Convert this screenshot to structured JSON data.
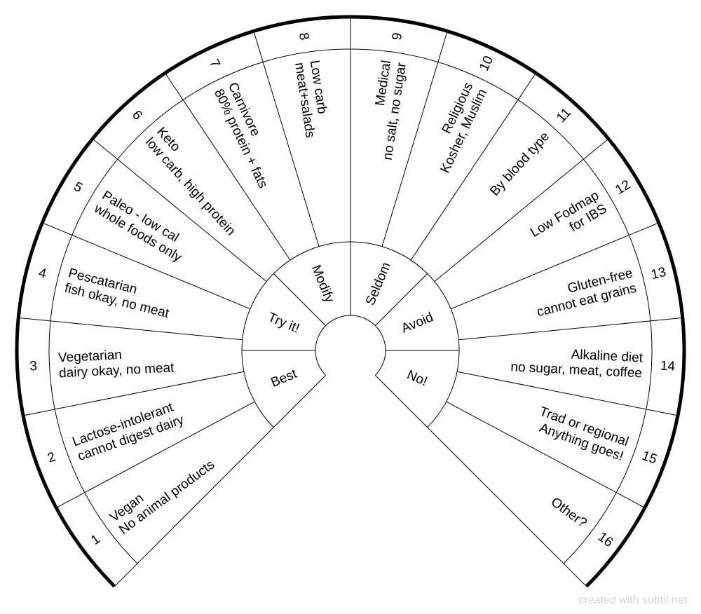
{
  "sectors": [
    {
      "number": "1",
      "lines": [
        "Vegan",
        "No animal products"
      ]
    },
    {
      "number": "2",
      "lines": [
        "Lactose-intolerant",
        "cannot digest dairy"
      ]
    },
    {
      "number": "3",
      "lines": [
        "Vegetarian",
        "dairy okay, no meat"
      ]
    },
    {
      "number": "4",
      "lines": [
        "Pescatarian",
        "fish okay, no meat"
      ]
    },
    {
      "number": "5",
      "lines": [
        "Paleo - low cal",
        "whole foods only"
      ]
    },
    {
      "number": "6",
      "lines": [
        "Keto",
        "low carb, high protein"
      ]
    },
    {
      "number": "7",
      "lines": [
        "Carnivore",
        "80% protein + fats"
      ]
    },
    {
      "number": "8",
      "lines": [
        "Low carb",
        "meat+salads"
      ]
    },
    {
      "number": "9",
      "lines": [
        "Medical",
        "no salt, no sugar"
      ]
    },
    {
      "number": "10",
      "lines": [
        "Religious",
        "Kosher, Muslim"
      ]
    },
    {
      "number": "11",
      "lines": [
        "By blood type"
      ]
    },
    {
      "number": "12",
      "lines": [
        "Low Fodmap",
        "for IBS"
      ]
    },
    {
      "number": "13",
      "lines": [
        "Gluten-free",
        "cannot eat grains"
      ]
    },
    {
      "number": "14",
      "lines": [
        "Alkaline diet",
        "no sugar, meat, coffee"
      ]
    },
    {
      "number": "15",
      "lines": [
        "Trad or regional",
        "Anything goes!"
      ]
    },
    {
      "number": "16",
      "lines": [
        "Other?"
      ]
    }
  ],
  "groups": [
    "Best",
    "Try it!",
    "Modify",
    "Seldom",
    "Avoid",
    "No!"
  ],
  "watermark": "created with subtil.net"
}
